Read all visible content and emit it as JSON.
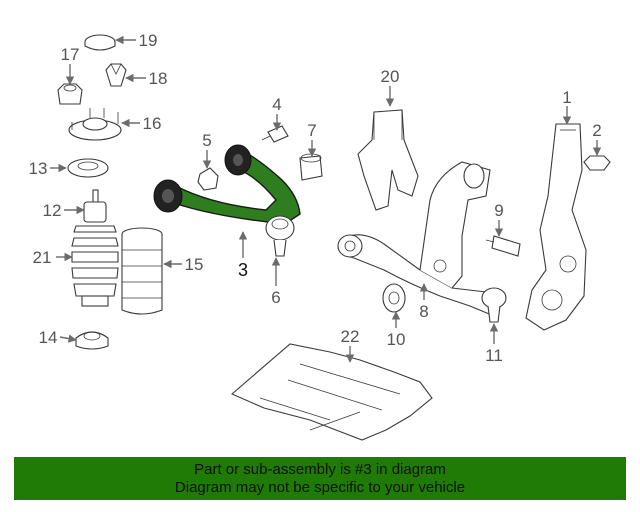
{
  "callouts": {
    "c1": "1",
    "c2": "2",
    "c3": "3",
    "c4": "4",
    "c5": "5",
    "c6": "6",
    "c7": "7",
    "c8": "8",
    "c9": "9",
    "c10": "10",
    "c11": "11",
    "c12": "12",
    "c13": "13",
    "c14": "14",
    "c15": "15",
    "c16": "16",
    "c17": "17",
    "c18": "18",
    "c19": "19",
    "c20": "20",
    "c21": "21",
    "c22": "22"
  },
  "highlight": {
    "part_number": "3",
    "color": "#2e7d1e"
  },
  "banner": {
    "line1": "Part or sub-assembly is #3 in diagram",
    "line2": "Diagram may not be specific to your vehicle",
    "background": "#1f7a06"
  }
}
